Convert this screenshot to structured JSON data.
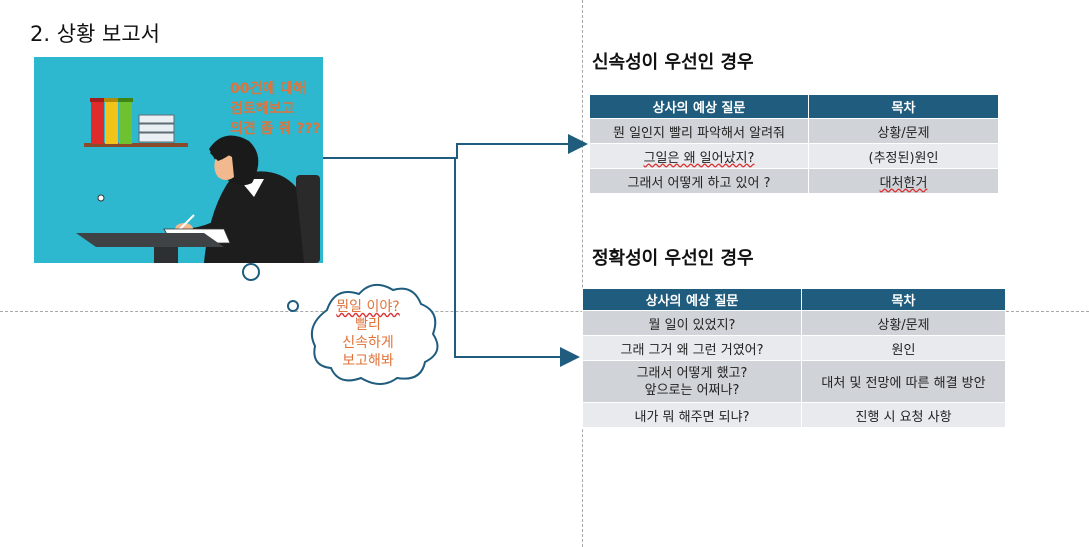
{
  "slide": {
    "title": "2. 상황 보고서"
  },
  "illustration": {
    "speech_lines": "00건에 대해\n검토해보고\n의견 좀 줘 ???",
    "colors": {
      "background": "#2db8cf",
      "text": "#e0733a"
    }
  },
  "thought_cloud": {
    "line1": "뭔일 이야?",
    "line2": "빨리",
    "line3": "신속하게",
    "line4": "보고해봐"
  },
  "section_speed": {
    "title": "신속성이 우선인 경우",
    "headers": [
      "상사의 예상 질문",
      "목차"
    ],
    "rows": [
      [
        "뭔 일인지 빨리 파악해서 알려줘",
        "상황/문제"
      ],
      [
        "그일은 왜 일어났지?",
        "(추정된)원인"
      ],
      [
        "그래서 어떻게 하고 있어 ?",
        "대처한거"
      ]
    ]
  },
  "section_accuracy": {
    "title": "정확성이 우선인 경우",
    "headers": [
      "상사의 예상 질문",
      "목차"
    ],
    "rows": [
      [
        "뭘 일이 있었지?",
        "상황/문제"
      ],
      [
        "그래 그거 왜 그런 거였어?",
        "원인"
      ],
      [
        "그래서 어떻게 했고?\n앞으로는 어쩌나?",
        "대처 및 전망에 따른 해결 방안"
      ],
      [
        "내가 뭐 해주면 되냐?",
        "진행 시 요청 사항"
      ]
    ]
  },
  "colors": {
    "header_bg": "#1f5c7e",
    "row_dark": "#d0d4d9",
    "row_light": "#e8eaed",
    "connector": "#1f5c7e"
  }
}
